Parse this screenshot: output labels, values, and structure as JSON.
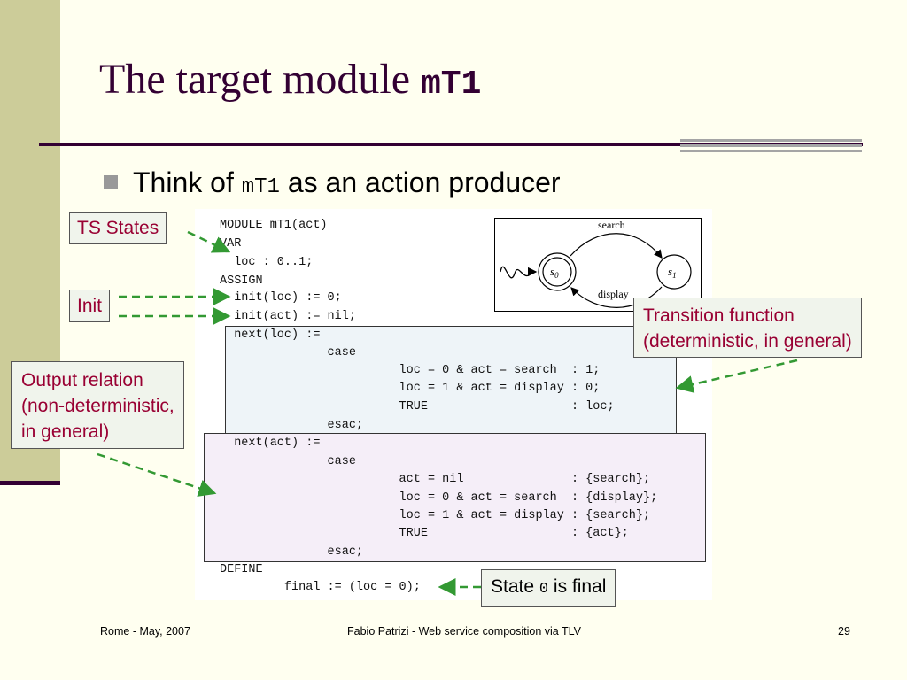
{
  "title": {
    "text": "The target module ",
    "code": "mT1"
  },
  "bullet": {
    "pre": "Think of ",
    "code": "mT1",
    "post": " as an action producer"
  },
  "code_lines": [
    "MODULE mT1(act)",
    "VAR",
    "  loc : 0..1;",
    "ASSIGN",
    "  init(loc) := 0;",
    "  init(act) := nil;",
    "  next(loc) :=",
    "               case",
    "                         loc = 0 & act = search  : 1;",
    "                         loc = 1 & act = display : 0;",
    "                         TRUE                    : loc;",
    "               esac;",
    "  next(act) :=",
    "               case",
    "                         act = nil               : {search};",
    "                         loc = 0 & act = search  : {display};",
    "                         loc = 1 & act = display : {search};",
    "                         TRUE                    : {act};",
    "               esac;",
    "DEFINE",
    "         final := (loc = 0);"
  ],
  "ts_diagram": {
    "states": [
      "s0",
      "s1"
    ],
    "subscripts": [
      "0",
      "1"
    ],
    "edges": [
      "search",
      "display"
    ]
  },
  "callouts": {
    "ts_states": "TS States",
    "init": "Init",
    "transition": [
      "Transition function",
      "(deterministic, in general)"
    ],
    "output": [
      "Output relation",
      "(non-deterministic,",
      "in general)"
    ],
    "state_final": {
      "pre": "State ",
      "code": "0",
      "post": " is final"
    }
  },
  "footer": {
    "left": "Rome - May, 2007",
    "center": "Fabio Patrizi - Web service composition via TLV",
    "page": "29"
  },
  "colors": {
    "title": "#330033",
    "stripe": "#CCCC99",
    "callout_red": "#990033",
    "arrow": "#339933"
  }
}
